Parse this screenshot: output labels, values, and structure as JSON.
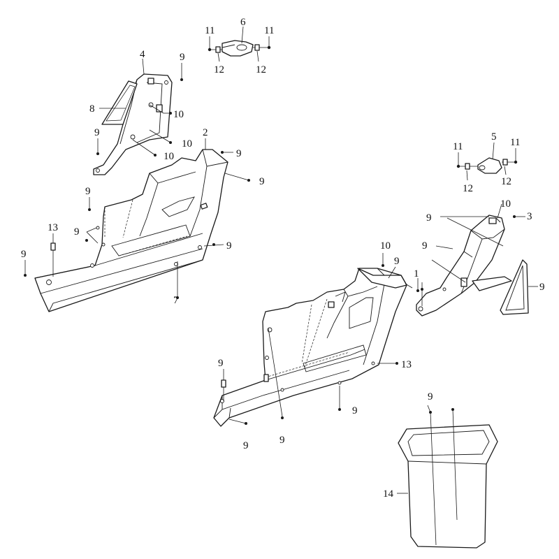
{
  "diagram": {
    "callouts": [
      {
        "id": "c-11a",
        "label": "11"
      },
      {
        "id": "c-6",
        "label": "6"
      },
      {
        "id": "c-11b",
        "label": "11"
      },
      {
        "id": "c-12a",
        "label": "12"
      },
      {
        "id": "c-12b",
        "label": "12"
      },
      {
        "id": "c-4",
        "label": "4"
      },
      {
        "id": "c-9a",
        "label": "9"
      },
      {
        "id": "c-8",
        "label": "8"
      },
      {
        "id": "c-10a",
        "label": "10"
      },
      {
        "id": "c-9b",
        "label": "9"
      },
      {
        "id": "c-10b",
        "label": "10"
      },
      {
        "id": "c-2",
        "label": "2"
      },
      {
        "id": "c-9c",
        "label": "9"
      },
      {
        "id": "c-10c",
        "label": "10"
      },
      {
        "id": "c-9d",
        "label": "9"
      },
      {
        "id": "c-11c",
        "label": "11"
      },
      {
        "id": "c-5",
        "label": "5"
      },
      {
        "id": "c-11d",
        "label": "11"
      },
      {
        "id": "c-12c",
        "label": "12"
      },
      {
        "id": "c-12d",
        "label": "12"
      },
      {
        "id": "c-9e",
        "label": "9"
      },
      {
        "id": "c-13a",
        "label": "13"
      },
      {
        "id": "c-9f",
        "label": "9"
      },
      {
        "id": "c-9g",
        "label": "9"
      },
      {
        "id": "c-9h",
        "label": "9"
      },
      {
        "id": "c-9i",
        "label": "9"
      },
      {
        "id": "c-10d",
        "label": "10"
      },
      {
        "id": "c-3",
        "label": "3"
      },
      {
        "id": "c-9j",
        "label": "9"
      },
      {
        "id": "c-10e",
        "label": "10"
      },
      {
        "id": "c-9k",
        "label": "9"
      },
      {
        "id": "c-1",
        "label": "1"
      },
      {
        "id": "c-9l",
        "label": "9"
      },
      {
        "id": "c-7",
        "label": "7"
      },
      {
        "id": "c-9m",
        "label": "9"
      },
      {
        "id": "c-13b",
        "label": "13"
      },
      {
        "id": "c-9n",
        "label": "9"
      },
      {
        "id": "c-9o",
        "label": "9"
      },
      {
        "id": "c-9p",
        "label": "9"
      },
      {
        "id": "c-9q",
        "label": "9"
      },
      {
        "id": "c-14",
        "label": "14"
      }
    ]
  }
}
